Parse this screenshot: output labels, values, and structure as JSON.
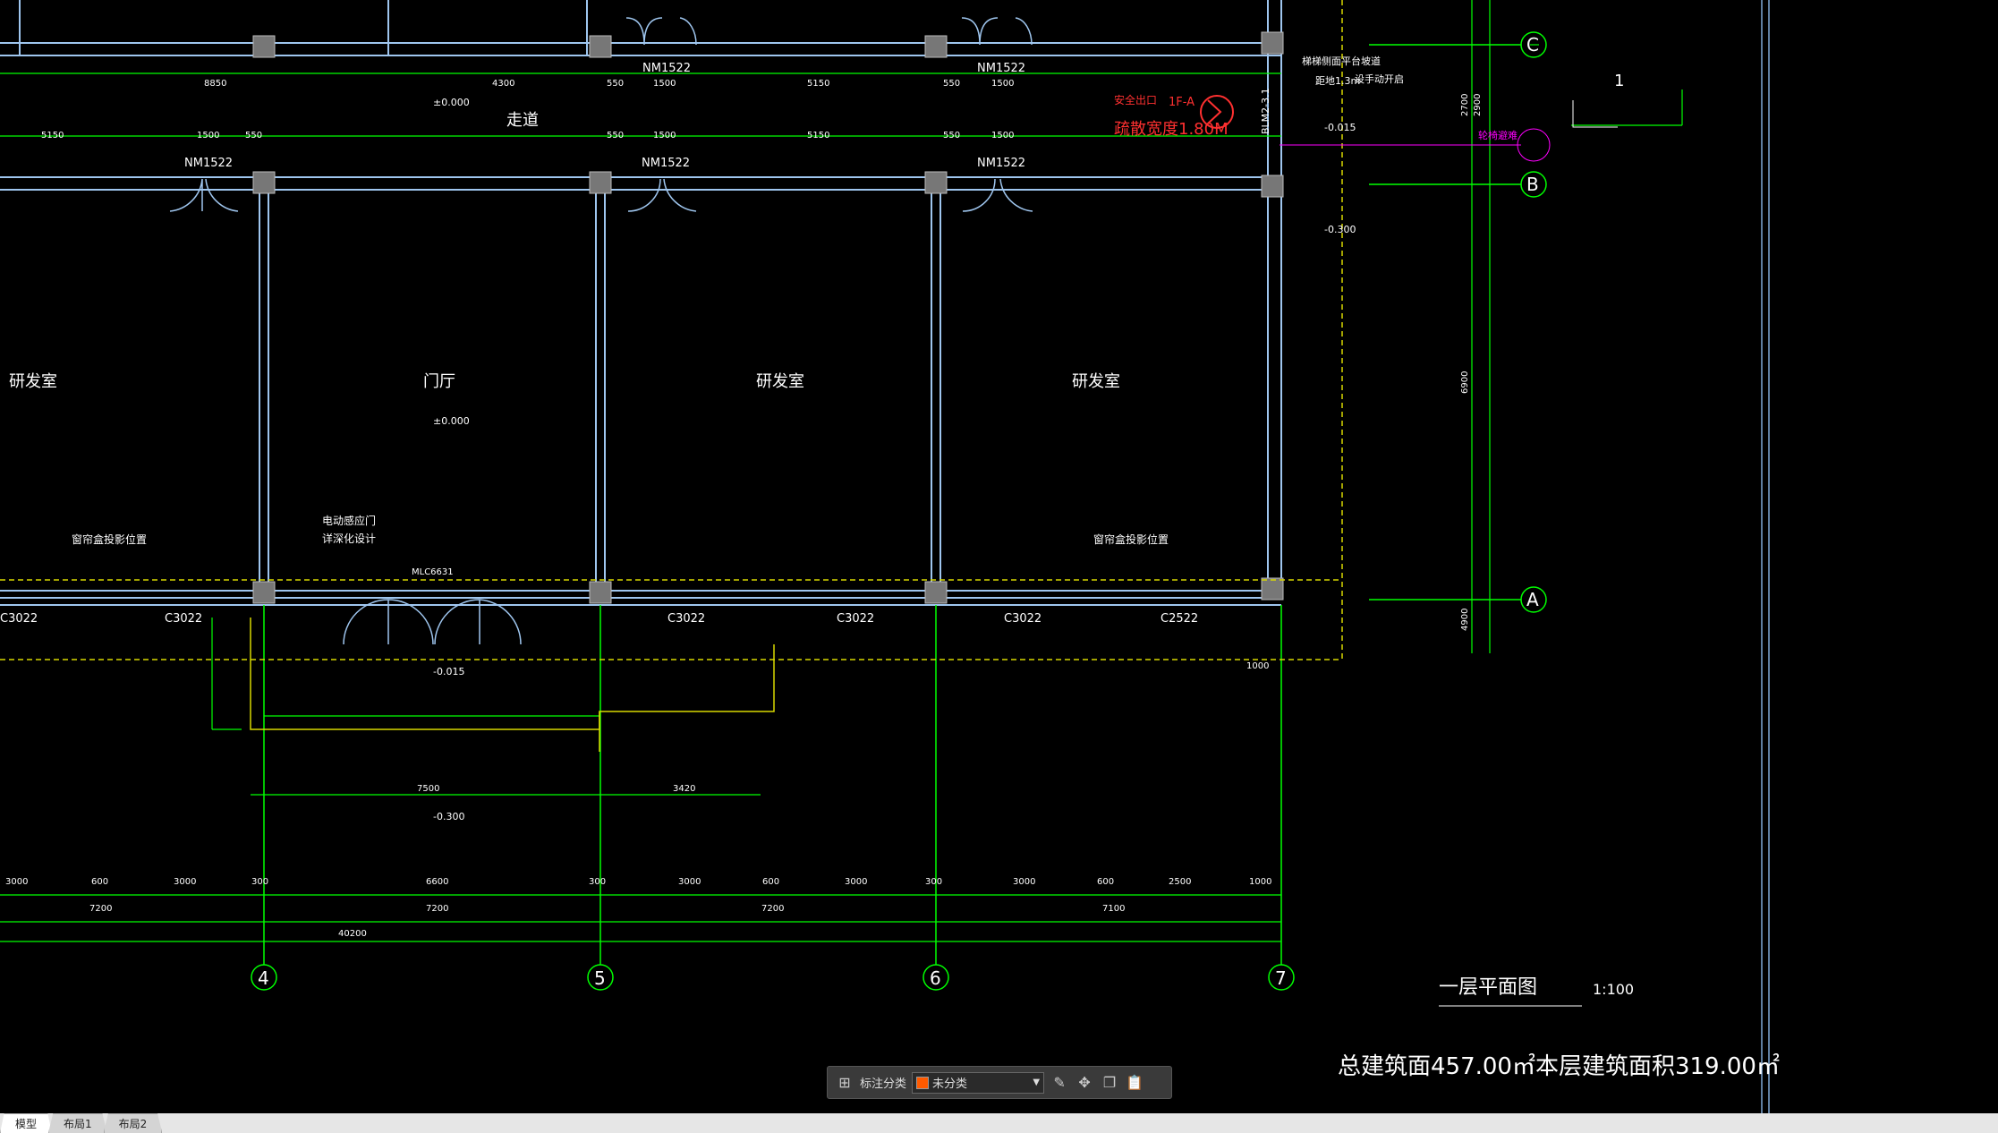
{
  "drawing": {
    "rooms": [
      {
        "label": "研发室"
      },
      {
        "label": "门厅"
      },
      {
        "label": "研发室"
      },
      {
        "label": "研发室"
      },
      {
        "label": "走道"
      }
    ],
    "doors": [
      "NM1522",
      "NM1522",
      "NM1522",
      "NM1522",
      "NM1522"
    ],
    "windows": [
      "C3022",
      "C3022",
      "C3022",
      "C3022",
      "C3022",
      "C2522"
    ],
    "door_mlc": "MLC6631",
    "notes": [
      "窗帘盒投影位置",
      "窗帘盒投影位置",
      "电动感应门",
      "详深化设计",
      "疏散宽度1.80M",
      "安全出口",
      "1F-A",
      "BLM2-3.1",
      "梯梯侧面平台坡道",
      "轮椅避难",
      "设手动开启",
      "距地1.3m"
    ],
    "elevations": [
      "±0.000",
      "±0.000",
      "-0.015",
      "-0.300",
      "-0.300",
      "-0.015"
    ],
    "axes_bottom": [
      "4",
      "5",
      "6",
      "7"
    ],
    "axes_right": [
      "C",
      "B",
      "A"
    ],
    "dims_top": [
      "8850",
      "4300",
      "550",
      "1500",
      "5150",
      "550",
      "1500"
    ],
    "dims_row2": [
      "5150",
      "1500",
      "550",
      "550",
      "1500",
      "5150",
      "550",
      "1500"
    ],
    "dims_bottom1": [
      "3000",
      "600",
      "3000",
      "300",
      "6600",
      "300",
      "3000",
      "600",
      "3000",
      "300",
      "3000",
      "600",
      "2500",
      "1000"
    ],
    "dims_bottom2": [
      "7200",
      "7200",
      "7200",
      "7100"
    ],
    "dims_total": "40200",
    "dims_mid": [
      "7500",
      "3420"
    ],
    "dims_right": [
      "2700",
      "2900",
      "6900",
      "4900",
      "1000"
    ],
    "title": "一层平面图",
    "scale": "1:100",
    "area_text": "总建筑面457.00㎡本层建筑面积319.00㎡",
    "section_mark": "1",
    "colors": {
      "wall": "#9fc6ef",
      "dim": "#00ff00",
      "note": "#00ff00",
      "red": "#ff2a2a",
      "magenta": "#ff00ff",
      "yellow": "#ffff00",
      "white": "#ffffff"
    }
  },
  "toolbar": {
    "grid_icon": "grid-icon",
    "label": "标注分类",
    "select_value": "未分类",
    "swatch_color": "#ff5a00"
  },
  "tabs": [
    "模型",
    "布局1",
    "布局2"
  ]
}
